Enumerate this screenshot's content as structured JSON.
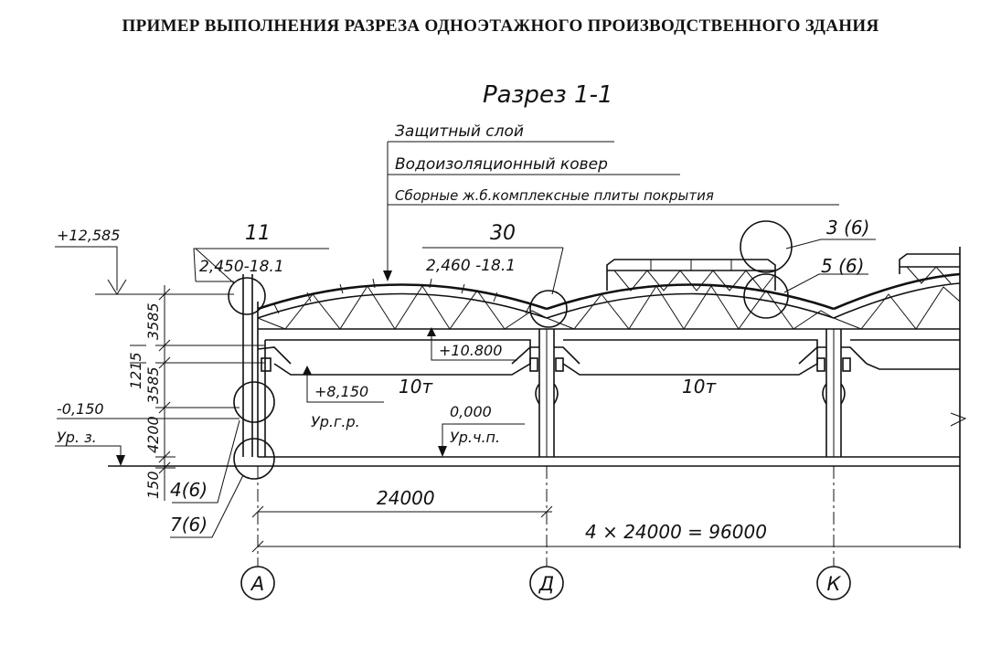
{
  "title": "ПРИМЕР ВЫПОЛНЕНИЯ  РАЗРЕЗА ОДНОЭТАЖНОГО ПРОИЗВОДСТВЕННОГО ЗДАНИЯ",
  "section_label": "Разрез 1-1",
  "roof_layers": [
    "Защитный  слой",
    "Водоизоляционный  ковер",
    "Сборные ж.б.комплексные плиты покрытия"
  ],
  "callouts": {
    "c11": {
      "top": "11",
      "bottom": "2,450-18.1"
    },
    "c30": {
      "top": "30",
      "bottom": "2,460 -18.1"
    },
    "c3": "3 (6)",
    "c5": "5 (6)",
    "c4": "4(6)",
    "c7": "7(6)"
  },
  "levels": {
    "top": "+12,585",
    "crane": "+10.800",
    "rail": "+8,150",
    "rail_caption": "Ур.г.р.",
    "floor": "0,000",
    "floor_caption": "Ур.ч.п.",
    "ground": "-0,150",
    "ground_caption": "Ур. з."
  },
  "vertical_dims": [
    "3585",
    "1215",
    "3585",
    "4200",
    "150"
  ],
  "crane_capacity": [
    "10т",
    "10т"
  ],
  "horizontal_dims": {
    "span": "24000",
    "total": "4 × 24000 = 96000"
  },
  "axes": [
    "А",
    "Д",
    "К"
  ]
}
